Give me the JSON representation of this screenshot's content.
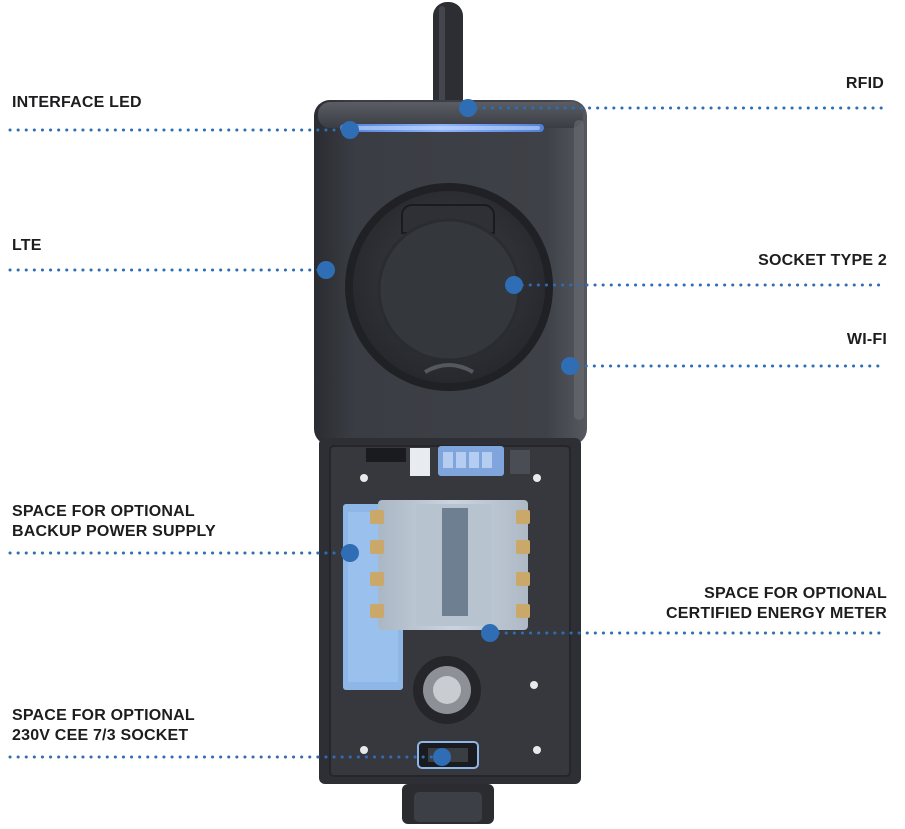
{
  "colors": {
    "accent": "#2f6db5",
    "housing": "#3a3d43",
    "led": "#6c9ff5",
    "module": "#bcc9d6",
    "backup_board": "#8eb7e8"
  },
  "callouts": [
    {
      "id": "interface-led",
      "lines": [
        "INTERFACE LED"
      ]
    },
    {
      "id": "rfid",
      "lines": [
        "RFID"
      ]
    },
    {
      "id": "lte",
      "lines": [
        "LTE"
      ]
    },
    {
      "id": "socket-type-2",
      "lines": [
        "SOCKET TYPE 2"
      ]
    },
    {
      "id": "wifi",
      "lines": [
        "WI-FI"
      ]
    },
    {
      "id": "backup-power",
      "lines": [
        "SPACE FOR OPTIONAL",
        "BACKUP POWER SUPPLY"
      ]
    },
    {
      "id": "energy-meter",
      "lines": [
        "SPACE FOR OPTIONAL",
        "CERTIFIED ENERGY METER"
      ]
    },
    {
      "id": "cee-socket",
      "lines": [
        "SPACE FOR OPTIONAL",
        "230V CEE 7/3 SOCKET"
      ]
    }
  ]
}
